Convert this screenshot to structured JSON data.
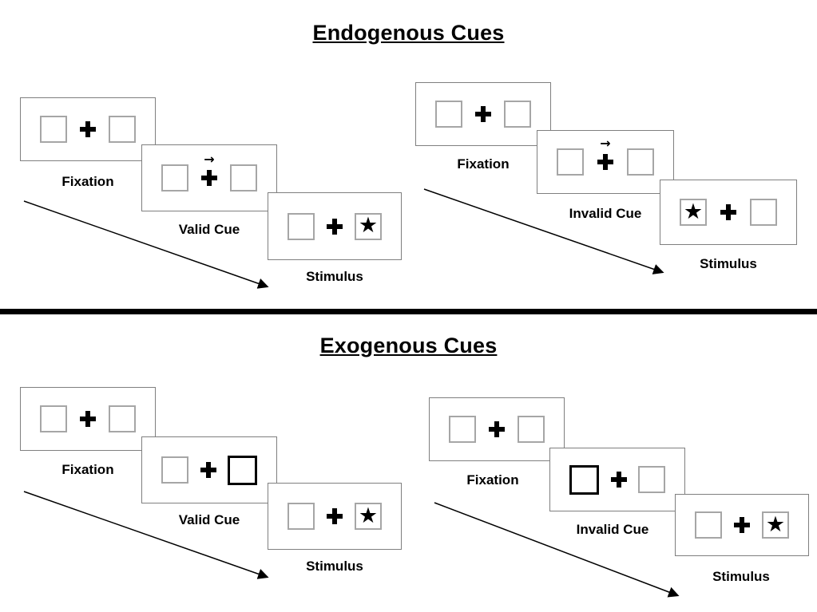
{
  "sections": [
    {
      "title": "Endogenous Cues",
      "sequences": [
        {
          "name": "valid",
          "panels": [
            {
              "label": "Fixation",
              "left": "empty",
              "center": "plus",
              "right": "empty"
            },
            {
              "label": "Valid Cue",
              "left": "empty",
              "center": "plus-arrow",
              "right": "empty"
            },
            {
              "label": "Stimulus",
              "left": "empty",
              "center": "plus",
              "right": "star"
            }
          ]
        },
        {
          "name": "invalid",
          "panels": [
            {
              "label": "Fixation",
              "left": "empty",
              "center": "plus",
              "right": "empty"
            },
            {
              "label": "Invalid Cue",
              "left": "empty",
              "center": "plus-arrow",
              "right": "empty"
            },
            {
              "label": "Stimulus",
              "left": "star",
              "center": "plus",
              "right": "empty"
            }
          ]
        }
      ]
    },
    {
      "title": "Exogenous Cues",
      "sequences": [
        {
          "name": "valid",
          "panels": [
            {
              "label": "Fixation",
              "left": "empty",
              "center": "plus",
              "right": "empty"
            },
            {
              "label": "Valid Cue",
              "left": "empty",
              "center": "plus",
              "right": "thick"
            },
            {
              "label": "Stimulus",
              "left": "empty",
              "center": "plus",
              "right": "star"
            }
          ]
        },
        {
          "name": "invalid",
          "panels": [
            {
              "label": "Fixation",
              "left": "empty",
              "center": "plus",
              "right": "empty"
            },
            {
              "label": "Invalid Cue",
              "left": "thick",
              "center": "plus",
              "right": "empty"
            },
            {
              "label": "Stimulus",
              "left": "empty",
              "center": "plus",
              "right": "star"
            }
          ]
        }
      ]
    }
  ],
  "glyphs": {
    "star": "★",
    "cue_arrow": "→"
  },
  "colors": {
    "ink": "#000000",
    "panel_border": "#7f7f7f",
    "box_border": "#a6a6a6",
    "background": "#ffffff"
  }
}
